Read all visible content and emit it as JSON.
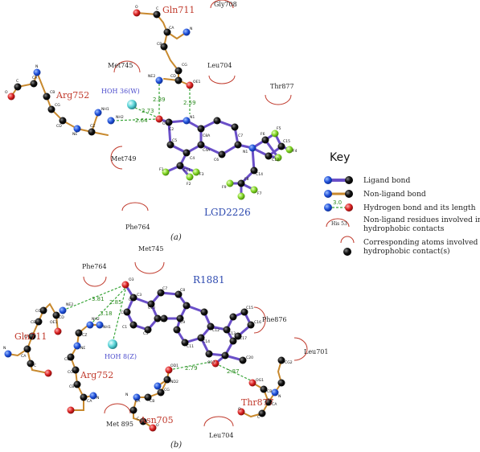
{
  "panel_a": {
    "caption": "(a)",
    "ligand": "LGD2226",
    "water": "HOH 36(W)",
    "residues": [
      "Gln711",
      "Arg752"
    ],
    "hydrophobic": [
      "Gly708",
      "Met745",
      "Leu704",
      "Thr877",
      "Met749",
      "Phe764"
    ],
    "distances": [
      "2.89",
      "2.59",
      "2.73",
      "2.64"
    ],
    "atoms": [
      "O",
      "C",
      "CA",
      "N",
      "CB",
      "CG",
      "CD",
      "NE2",
      "OE1",
      "O",
      "C",
      "CA",
      "N",
      "CB",
      "CG",
      "CD",
      "NE",
      "CZ",
      "NH1",
      "NH2",
      "O1",
      "C2",
      "N1",
      "C8",
      "C8A",
      "C8",
      "C5",
      "C4",
      "C4A",
      "C6",
      "C7",
      "C11",
      "F1",
      "F2",
      "F3",
      "F5",
      "F6",
      "C15",
      "F4",
      "C12",
      "N1",
      "C14",
      "F9",
      "F8",
      "F7",
      "C13"
    ]
  },
  "panel_b": {
    "caption": "(b)",
    "ligand": "R1881",
    "water": "HOH 8(Z)",
    "residues": [
      "Gln711",
      "Arg752",
      "Asn705",
      "Thr877"
    ],
    "hydrophobic": [
      "Phe764",
      "Met745",
      "Phe876",
      "Leu701",
      "Met 895",
      "Leu704"
    ],
    "distances": [
      "3.81",
      "2.85",
      "3.18",
      "2.79",
      "2.87"
    ],
    "atoms": [
      "OE1",
      "CD",
      "NE2",
      "CG",
      "CB",
      "CA",
      "N",
      "C",
      "O",
      "NH2",
      "NH1",
      "CZ",
      "NE",
      "CD",
      "CG",
      "CB",
      "CA",
      "N",
      "C",
      "O",
      "O3",
      "C3",
      "C2",
      "C1",
      "C4",
      "C5",
      "C10",
      "C6",
      "C7",
      "C8",
      "C9",
      "C11",
      "C14",
      "C15",
      "C16",
      "C12",
      "C13",
      "C17",
      "O17",
      "C20",
      "OD1",
      "ND2",
      "CG",
      "CB",
      "CA",
      "N",
      "C",
      "O",
      "OG1",
      "CB",
      "CG2",
      "CA",
      "C",
      "O",
      "N"
    ]
  },
  "key": {
    "title": "Key",
    "items": [
      {
        "label": "Ligand bond"
      },
      {
        "label": "Non-ligand bond"
      },
      {
        "label": "Hydrogen bond and its length",
        "value": "3.0"
      },
      {
        "label": "Non-ligand residues involved in hydrophobic contacts",
        "sample": "His 53"
      },
      {
        "label": "Corresponding atoms involved in hydrophobic contact(s)"
      }
    ]
  },
  "colors": {
    "ligand_bond": "#6a4fc8",
    "nonligand_bond": "#c8892e",
    "hbond": "#3aa63a",
    "residue_label": "#c0392b",
    "ligand_label": "#2f4bb0",
    "carbon": "#111111",
    "nitrogen": "#1f4fd8",
    "oxygen": "#d81f1f",
    "fluorine": "#7ed321",
    "water": "#5ad4d8"
  }
}
